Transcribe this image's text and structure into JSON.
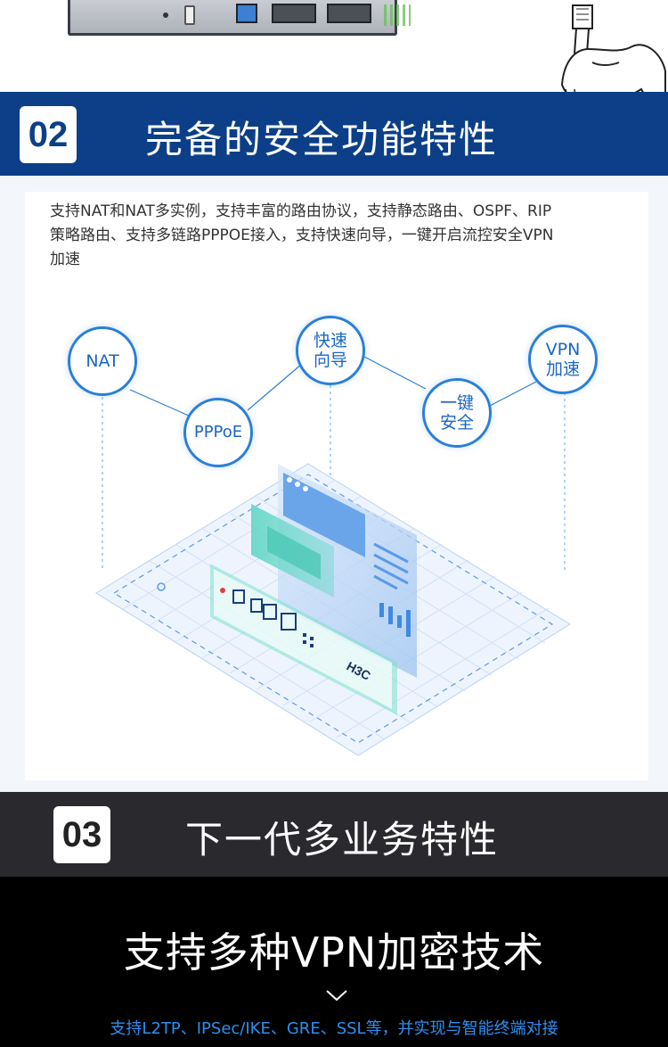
{
  "section_02": {
    "number": "02",
    "title": "完备的安全功能特性",
    "description": [
      "支持NAT和NAT多实例，支持丰富的路由协议，支持静态路由、OSPF、RIP",
      "策略路由、支持多链路PPPOE接入，支持快速向导，一键开启流控安全VPN",
      "加速"
    ],
    "nodes": {
      "nat": "NAT",
      "pppoe": "PPPoE",
      "quick_guide": [
        "快速",
        "向导"
      ],
      "one_key_security": [
        "一键",
        "安全"
      ],
      "vpn_accel": [
        "VPN",
        "加速"
      ]
    },
    "device_logo": "H3C"
  },
  "section_03": {
    "number": "03",
    "title": "下一代多业务特性",
    "headline": "支持多种VPN加密技术",
    "subtitle": "支持L2TP、IPSec/IKE、GRE、SSL等，并实现与智能终端对接"
  },
  "colors": {
    "header_blue": "#0c3f88",
    "header_dark": "#2a2a2e",
    "accent_blue": "#2a7fd8",
    "teal": "#5fd6c4"
  },
  "icons": [
    "chevron-down-icon",
    "network-cable-icon",
    "router-device-icon"
  ]
}
